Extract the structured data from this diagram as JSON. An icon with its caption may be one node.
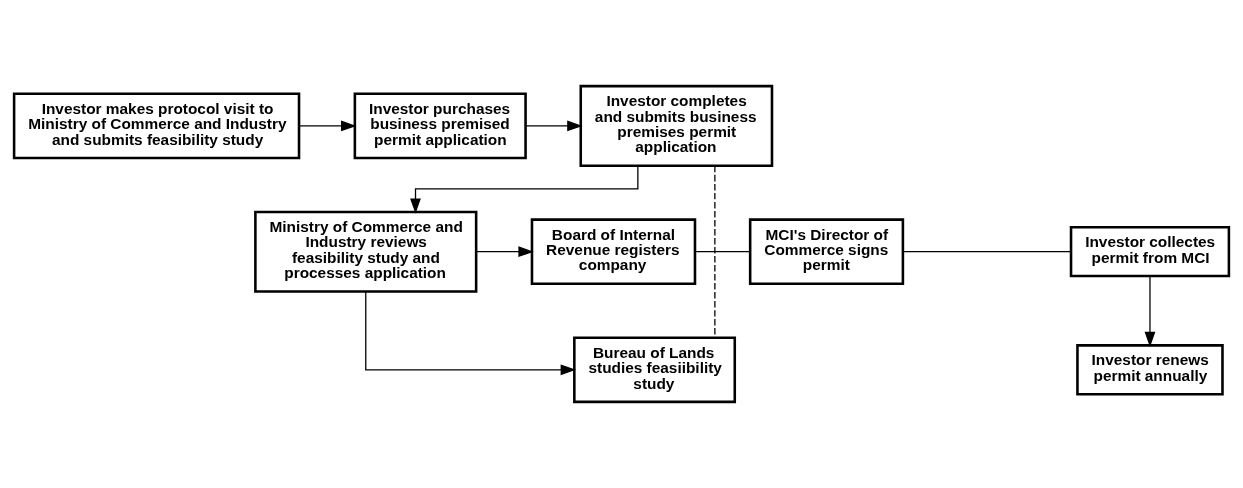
{
  "diagram": {
    "nodes": [
      {
        "text": [
          "Investor makes protocol visit to Ministry of Commerce and Industry and submits feasibility study"
        ]
      },
      {
        "text": [
          "Investor purchases business premised permit application"
        ]
      },
      {
        "text": [
          "Investor completes and submits business premises permit application"
        ]
      },
      {
        "text": [
          "Ministry of Commerce and Industry reviews feasibility study and processes application"
        ]
      },
      {
        "text": [
          "Bureau of Lands studies feasiibility study"
        ]
      },
      {
        "text": [
          "Board of Internal Revenue registers company"
        ]
      },
      {
        "text": [
          "MCI's Director of Commerce signs permit"
        ]
      },
      {
        "text": [
          "Investor collectes permit from MCI"
        ]
      },
      {
        "text": [
          "Investor renews permit annually"
        ]
      }
    ],
    "edges": [
      {
        "from": 0,
        "to": 1,
        "arrow": "to"
      },
      {
        "from": 1,
        "to": 2,
        "arrow": "to"
      },
      {
        "from": 2,
        "to": 3,
        "arrow": "to"
      },
      {
        "from": 3,
        "to": 4,
        "arrow": "to"
      },
      {
        "from": 2,
        "to": 4,
        "arrow": "none",
        "style": "dashed"
      },
      {
        "from": 3,
        "to": 5,
        "arrow": "to"
      },
      {
        "from": 5,
        "to": 6,
        "arrow": "none"
      },
      {
        "from": 6,
        "to": 7,
        "arrow": "none"
      },
      {
        "from": 7,
        "to": 8,
        "arrow": "to"
      }
    ]
  }
}
